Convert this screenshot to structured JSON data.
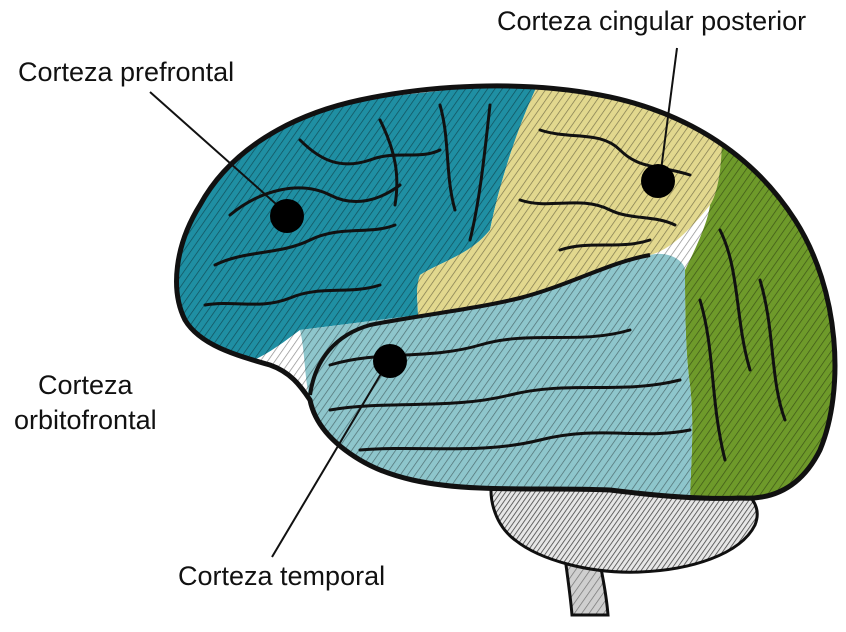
{
  "labels": {
    "prefrontal": "Corteza prefrontal",
    "cingular_posterior": "Corteza cingular posterior",
    "orbitofrontal_line1": "Corteza",
    "orbitofrontal_line2": "orbitofrontal",
    "temporal": "Corteza temporal"
  },
  "colors": {
    "frontal": "#1f8fa3",
    "parietal": "#e2d88e",
    "occipital": "#6e9a2a",
    "temporal": "#8ec6cc",
    "cerebellum": "#d9d9d9",
    "outline": "#111111"
  }
}
